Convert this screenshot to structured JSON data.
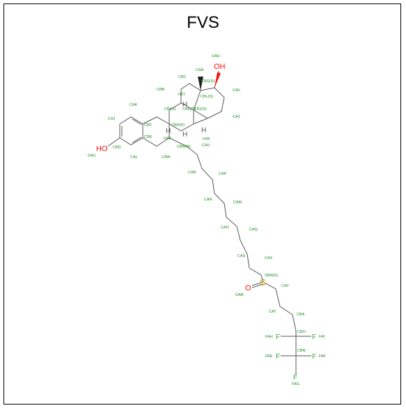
{
  "title": "FVS",
  "atoms": {
    "OH_top": "OH",
    "OH_left": "HO",
    "S": "S",
    "O_sulf": "O",
    "F1": "F",
    "F2": "F",
    "F3": "F",
    "F4": "F",
    "F5": "F",
    "H1": "H",
    "H2": "H",
    "H3": "H",
    "H4": "H"
  },
  "labels": {
    "OAD": "OAD",
    "CAA": "CAA",
    "CBC": "CBC",
    "CBG": "CBG(S)",
    "CBB": "CBB",
    "H27": "H27",
    "CBL": "CBL(S)",
    "CAV": "CAV",
    "CAK": "CAK",
    "CBI": "CBI(S)",
    "CBH": "CBH(S)",
    "CBJ": "CBJ(S)",
    "CAJ": "CAJ",
    "CBF": "CBF",
    "CBK": "CBK(R)",
    "CAZ": "CAZ",
    "CBE": "CBE",
    "H42": "H42",
    "H28": "H28",
    "CBD": "CBD",
    "CAL": "CAL",
    "CAW": "CAW",
    "CBM": "CBM(R)",
    "CAU": "CAU",
    "OAC": "OAC",
    "CAR": "CAR",
    "CAP": "CAP",
    "CAN": "CAN",
    "CAM": "CAM",
    "CAO": "CAO",
    "CAQ": "CAQ",
    "CAS": "CAS",
    "CAX": "CAX",
    "SBR": "SBR(R)",
    "OAB": "OAB",
    "CAY": "CAY",
    "CAT": "CAT",
    "CBA": "CBA",
    "FAH": "FAH",
    "CBO": "CBO",
    "FAI": "FAI",
    "FAE": "FAE",
    "CBN": "CBN",
    "FAF": "FAF",
    "FAG": "FAG"
  }
}
